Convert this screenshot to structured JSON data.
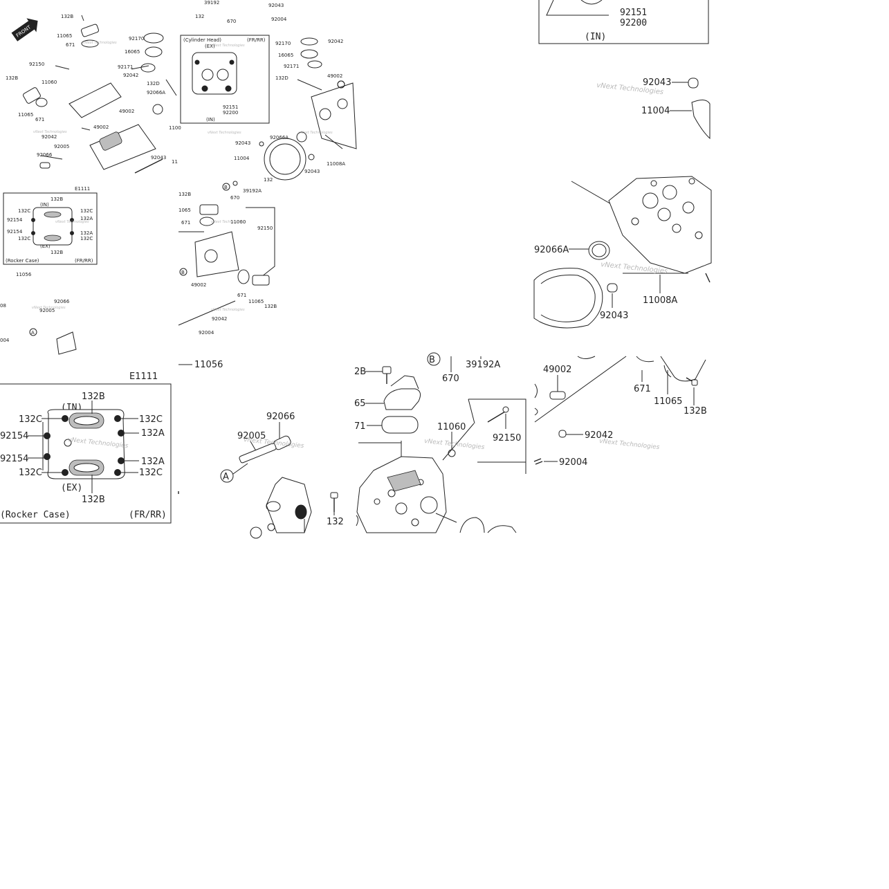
{
  "overview": {
    "front_badge": "FRONT",
    "labels": {
      "p132B_a": "132B",
      "p11065_a": "11065",
      "p671_a": "671",
      "p92150": "92150",
      "p11060": "11060",
      "p132B_b": "132B",
      "p11065_b": "11065",
      "p671_b": "671",
      "p92042": "92042",
      "p92005": "92005",
      "p92066": "92066",
      "p39192_a": "39192",
      "p132_a": "132",
      "p670": "670",
      "p92043_a": "92043",
      "p92004": "92004",
      "p92170": "92170",
      "p16065": "16065",
      "p92171": "92171",
      "p92066A_a": "92066A",
      "p132D": "132D",
      "p49002": "49002",
      "p49002_b": "49002",
      "p11008_cut": "1100",
      "p92043_b": "92043",
      "p11_cut": "11",
      "p92170_b": "92170",
      "p16065_b": "16065",
      "p92171_b": "92171",
      "p132D_b": "132D",
      "p49002_c": "49002",
      "p92042_b": "92042",
      "p92066A_b": "92066A",
      "p92043_c": "92043",
      "p11004": "11004",
      "p132_b": "132",
      "p92043_d": "92043",
      "p11008A": "11008A",
      "p39192A": "39192A",
      "p670_b": "670",
      "p132B_c": "132B",
      "p1065": "1065",
      "p671_c": "671",
      "p11060_b": "11060",
      "p92150_b": "92150",
      "p49002_d": "49002",
      "p671_d": "671",
      "p11065_c": "11065",
      "p132B_d": "132B",
      "p92042_c": "92042",
      "p92004_b": "92004",
      "p11056": "11056",
      "p92066_b": "92066",
      "p92005_b": "92005",
      "p004": "004",
      "p08": "08"
    },
    "cyl_box": {
      "title": "(Cylinder Head)",
      "fr": "(FR/RR)",
      "ex": "(EX)",
      "p92151": "92151",
      "p92200": "92200",
      "in": "(IN)"
    },
    "rocker_box": {
      "code": "E1111",
      "p132B_t": "132B",
      "in": "(IN)",
      "p132C_1": "132C",
      "p132C_2": "132C",
      "p92154_1": "92154",
      "p132A_1": "132A",
      "p92154_2": "92154",
      "p132A_2": "132A",
      "p132C_3": "132C",
      "p132C_4": "132C",
      "ex": "(EX)",
      "p132B_b": "132B",
      "name": "(Rocker Case)",
      "fr": "(FR/RR)"
    }
  },
  "zoom_top_right": {
    "p92151": "92151",
    "p92200": "92200",
    "in": "(IN)",
    "p92043": "92043",
    "p11004": "11004"
  },
  "zoom_mid_right": {
    "p92066A": "92066A",
    "p11008A": "11008A",
    "p92043": "92043"
  },
  "zoom_bottom_left": {
    "p11056": "11056",
    "code": "E1111",
    "p132B_t": "132B",
    "in": "(IN)",
    "p132C_1": "132C",
    "p132C_2": "132C",
    "p92154_1": "92154",
    "p132A_1": "132A",
    "p92154_2": "92154",
    "p132A_2": "132A",
    "p132C_3": "132C",
    "p132C_4": "132C",
    "ex": "(EX)",
    "p132B_b": "132B",
    "name": "(Rocker Case)",
    "fr": "(FR/RR)",
    "p92066": "92066",
    "p92005": "92005",
    "circle_a": "A",
    "p132": "132"
  },
  "zoom_bottom_mid": {
    "circle_b": "B",
    "p670": "670",
    "p39192A": "39192A",
    "p2B": "2B",
    "p65": "65",
    "p71": "71",
    "p11060": "11060",
    "p92150": "92150"
  },
  "zoom_bottom_right": {
    "p49002": "49002",
    "p671": "671",
    "p11065": "11065",
    "p132B": "132B",
    "p92042": "92042",
    "p92004": "92004"
  },
  "watermark": "vNext Technologies"
}
